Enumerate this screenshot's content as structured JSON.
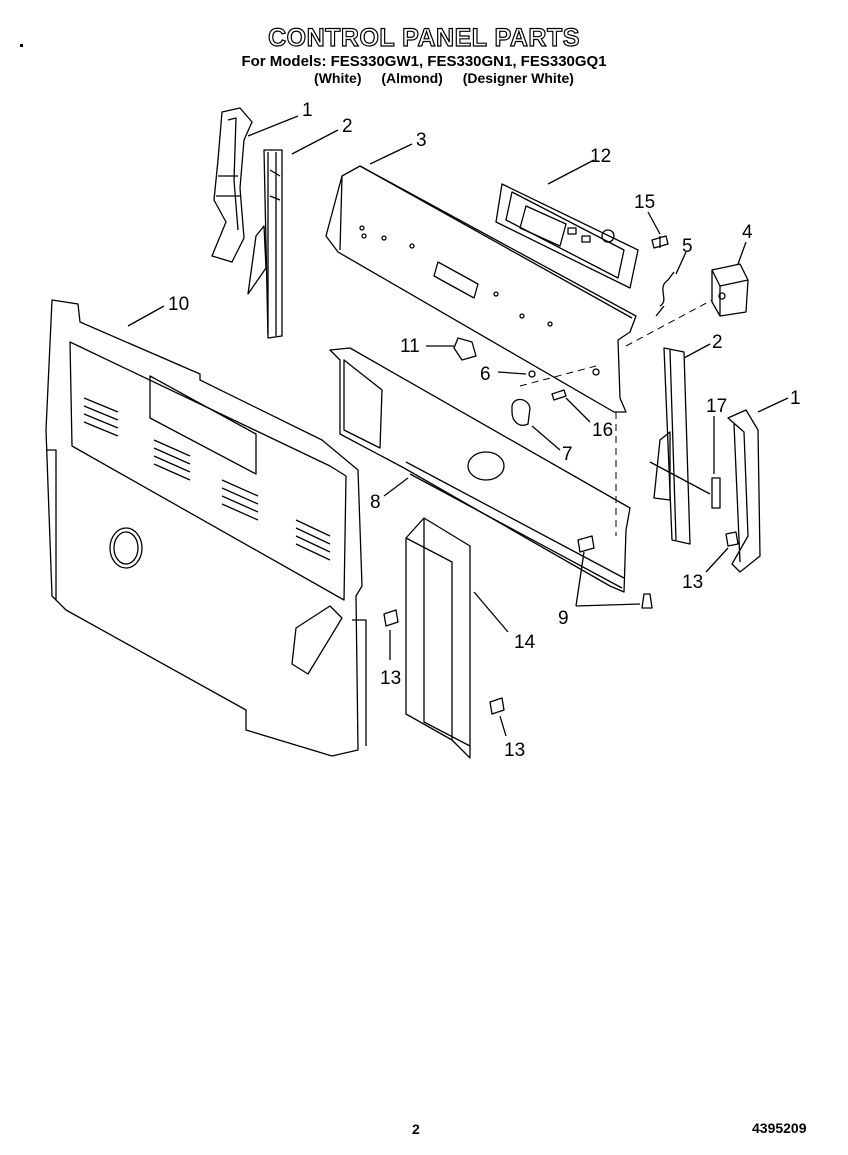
{
  "header": {
    "title": "CONTROL PANEL PARTS",
    "models": "For Models: FES330GW1, FES330GN1, FES330GQ1",
    "variants": [
      "(White)",
      "(Almond)",
      "(Designer White)"
    ]
  },
  "callouts": [
    "1",
    "2",
    "3",
    "12",
    "15",
    "5",
    "4",
    "10",
    "11",
    "6",
    "2",
    "17",
    "1",
    "16",
    "7",
    "8",
    "9",
    "13",
    "14",
    "13",
    "13"
  ],
  "footer": {
    "page_number": "2",
    "part_code": "4395209"
  }
}
